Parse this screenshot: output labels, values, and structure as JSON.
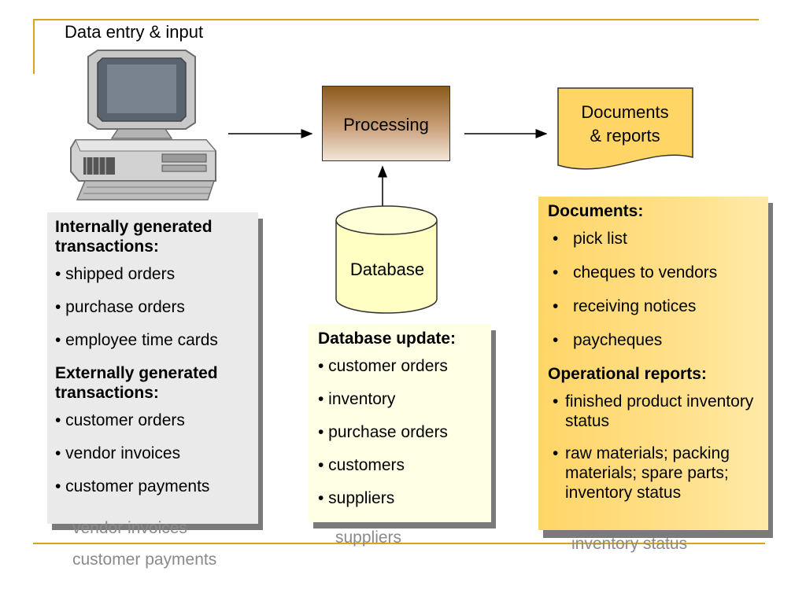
{
  "slide": {
    "title": "Data entry & input"
  },
  "flow": {
    "processing_label": "Processing",
    "documents_label_line1": "Documents",
    "documents_label_line2": "& reports",
    "database_label": "Database"
  },
  "transactions": {
    "internal_heading": "Internally generated transactions:",
    "internal_items": [
      "• shipped orders",
      "• purchase orders",
      "• employee time cards"
    ],
    "external_heading": "Externally generated transactions:",
    "external_items": [
      "• customer orders",
      "• vendor invoices",
      "• customer payments"
    ]
  },
  "database_update": {
    "heading": "Database update:",
    "items": [
      "• customer orders",
      "• inventory",
      "• purchase orders",
      "• customers",
      "• suppliers"
    ]
  },
  "documents_panel": {
    "documents_heading": "Documents:",
    "documents_items": [
      "pick list",
      "cheques to vendors",
      "receiving notices",
      "paycheques"
    ],
    "reports_heading": "Operational reports:",
    "reports_items": [
      "finished product inventory status",
      "raw materials; packing materials; spare parts; inventory status"
    ]
  },
  "ghost_text": {
    "left_a": "vendor invoices",
    "left_b": "customer payments",
    "mid": "suppliers",
    "right": "inventory status"
  },
  "colors": {
    "frame": "#d6a520",
    "processing_top": "#8c5a1c",
    "documents_panel": "#ffd566",
    "database_fill": "#ffffc4",
    "transactions_panel": "#eaeaea"
  },
  "icons": [
    "computer-icon",
    "database-cylinder-icon",
    "document-icon"
  ]
}
